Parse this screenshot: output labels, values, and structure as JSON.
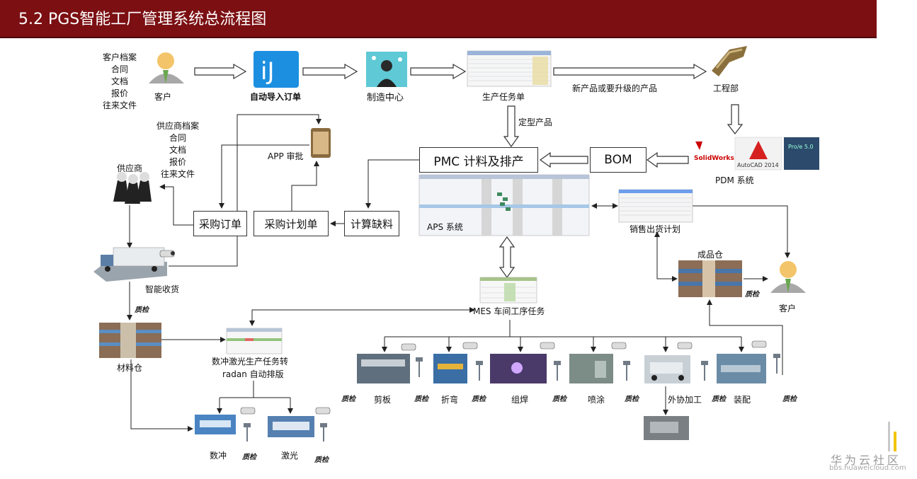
{
  "title": "5.2  PGS智能工厂管理系统总流程图",
  "labels": {
    "customer_docs": [
      "客户档案",
      "合同",
      "文档",
      "报价",
      "往来文件"
    ],
    "customer": "客户",
    "auto_import": "自动导入订单",
    "mfg_center": "制造中心",
    "prod_task": "生产任务单",
    "new_product": "新产品或要升级的产品",
    "engineering": "工程部",
    "fixed_product": "定型产品",
    "supplier_docs": [
      "供应商档案",
      "合同",
      "文档",
      "报价",
      "往来文件"
    ],
    "app_approval": "APP 审批",
    "supplier": "供应商",
    "pmc": "PMC 计料及排产",
    "bom": "BOM",
    "pdm": "PDM 系统",
    "aps": "APS 系统",
    "sales_plan": "销售出货计划",
    "purchase_order": "采购订单",
    "purchase_plan": "采购计划单",
    "calc_shortage": "计算缺料",
    "smart_receive": "智能收货",
    "finished_wh": "成品仓",
    "customer2": "客户",
    "mes": "MES 车间工序任务",
    "material_wh": "材料仓",
    "punch_laser_task_1": "数冲激光生产任务转",
    "punch_laser_task_2": "radan 自动排版",
    "qc": "质检",
    "cut": "剪板",
    "bend": "折弯",
    "weld": "组焊",
    "spray": "喷涂",
    "outsource": "外协加工",
    "assembly": "装配",
    "punch": "数冲",
    "laser": "激光",
    "solidworks": "SolidWorks",
    "autocad": "AutoCAD 2014",
    "proe": "Pro/e 5.0"
  },
  "watermark": {
    "text": "华为云社区",
    "url": "bbs.huaweicloud.com"
  }
}
